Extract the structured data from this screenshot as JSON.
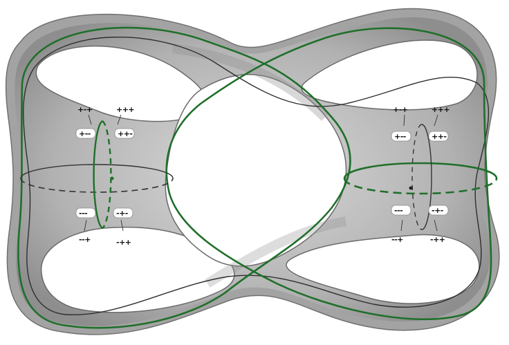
{
  "colors": {
    "surface": "#9a9a9a",
    "surface_light": "#d6d6d6",
    "green_curve": "#1f6f2a",
    "dark_curve": "#2e2e2e",
    "label_box": "#ffffff"
  },
  "icons": [
    "torus-surface",
    "green-curve",
    "meridian-ring",
    "equator-ring"
  ],
  "left_junction": {
    "top_left_plain": "+-+",
    "top_right_plain": "+++",
    "top_left_boxed": "+--",
    "top_right_boxed": "++-",
    "bottom_left_boxed": "---",
    "bottom_right_boxed": "-+-",
    "bottom_left_plain": "--+",
    "bottom_right_plain": "-++"
  },
  "right_junction": {
    "top_left_plain": "+-+",
    "top_right_plain": "+++",
    "top_left_boxed": "+--",
    "top_right_boxed": "++-",
    "bottom_left_boxed": "---",
    "bottom_right_boxed": "-+-",
    "bottom_left_plain": "--+",
    "bottom_right_plain": "-++"
  }
}
